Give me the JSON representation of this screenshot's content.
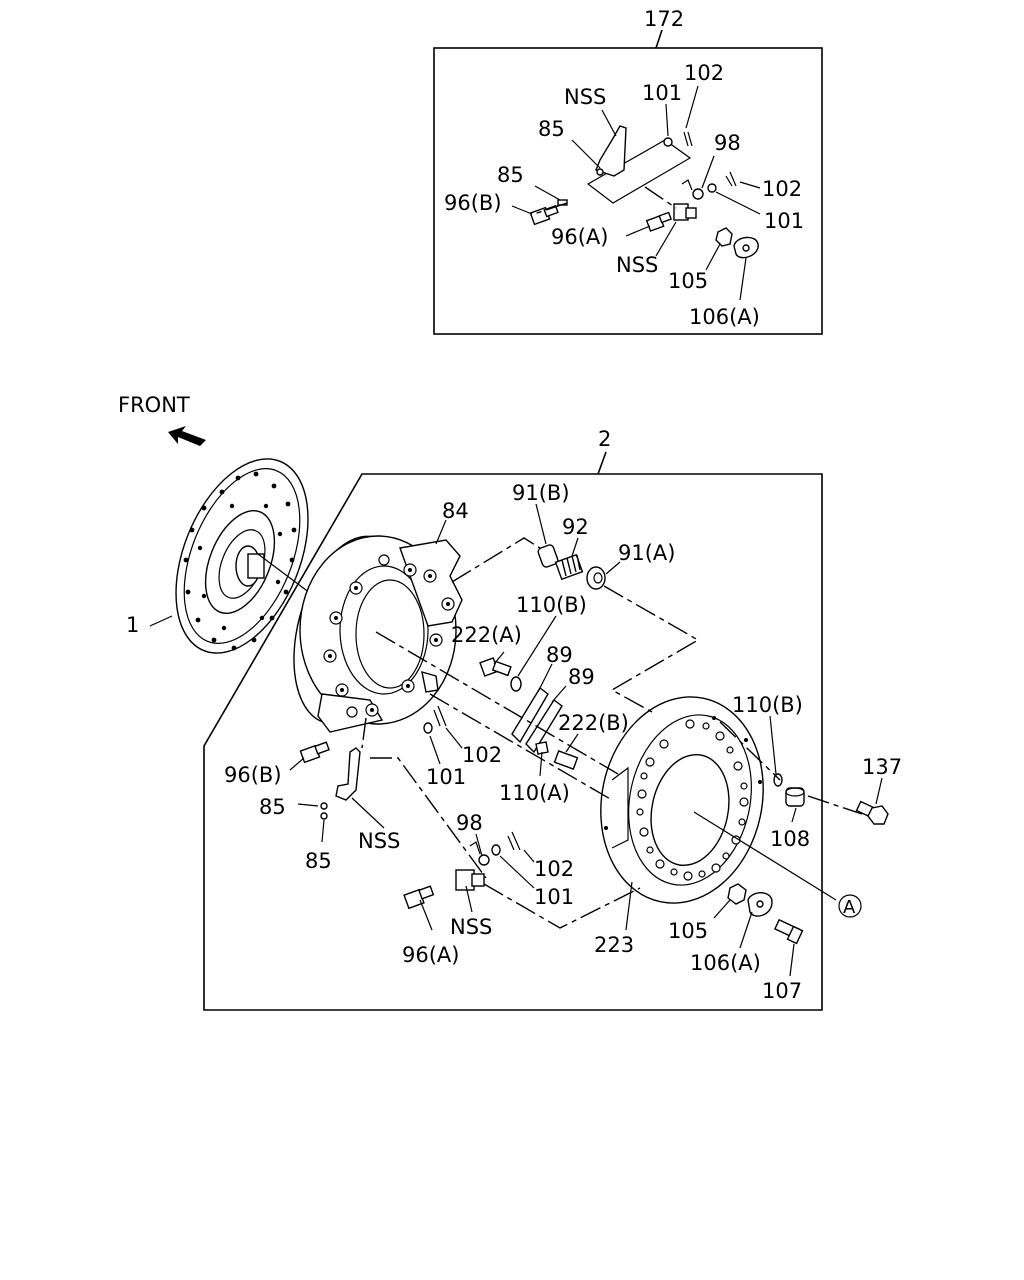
{
  "front_label": "FRONT",
  "labels": {
    "l172": "172",
    "l2": "2",
    "l1": "1",
    "ins_nss1": "NSS",
    "ins_101a": "101",
    "ins_102a": "102",
    "ins_85a": "85",
    "ins_85b": "85",
    "ins_98": "98",
    "ins_102b": "102",
    "ins_96b": "96(B)",
    "ins_101b": "101",
    "ins_96a": "96(A)",
    "ins_nss2": "NSS",
    "ins_105": "105",
    "ins_106a": "106(A)",
    "m_84": "84",
    "m_91b": "91(B)",
    "m_92": "92",
    "m_91a": "91(A)",
    "m_110b1": "110(B)",
    "m_222a": "222(A)",
    "m_89a": "89",
    "m_89b": "89",
    "m_222b": "222(B)",
    "m_110b2": "110(B)",
    "m_102a": "102",
    "m_101a": "101",
    "m_110a": "110(A)",
    "m_137": "137",
    "m_96b": "96(B)",
    "m_85a": "85",
    "m_nss1": "NSS",
    "m_85b": "85",
    "m_98": "98",
    "m_102b": "102",
    "m_101b": "101",
    "m_108": "108",
    "m_nss2": "NSS",
    "m_96a": "96(A)",
    "m_223": "223",
    "m_105": "105",
    "m_106a": "106(A)",
    "m_107": "107",
    "m_a": "A"
  }
}
